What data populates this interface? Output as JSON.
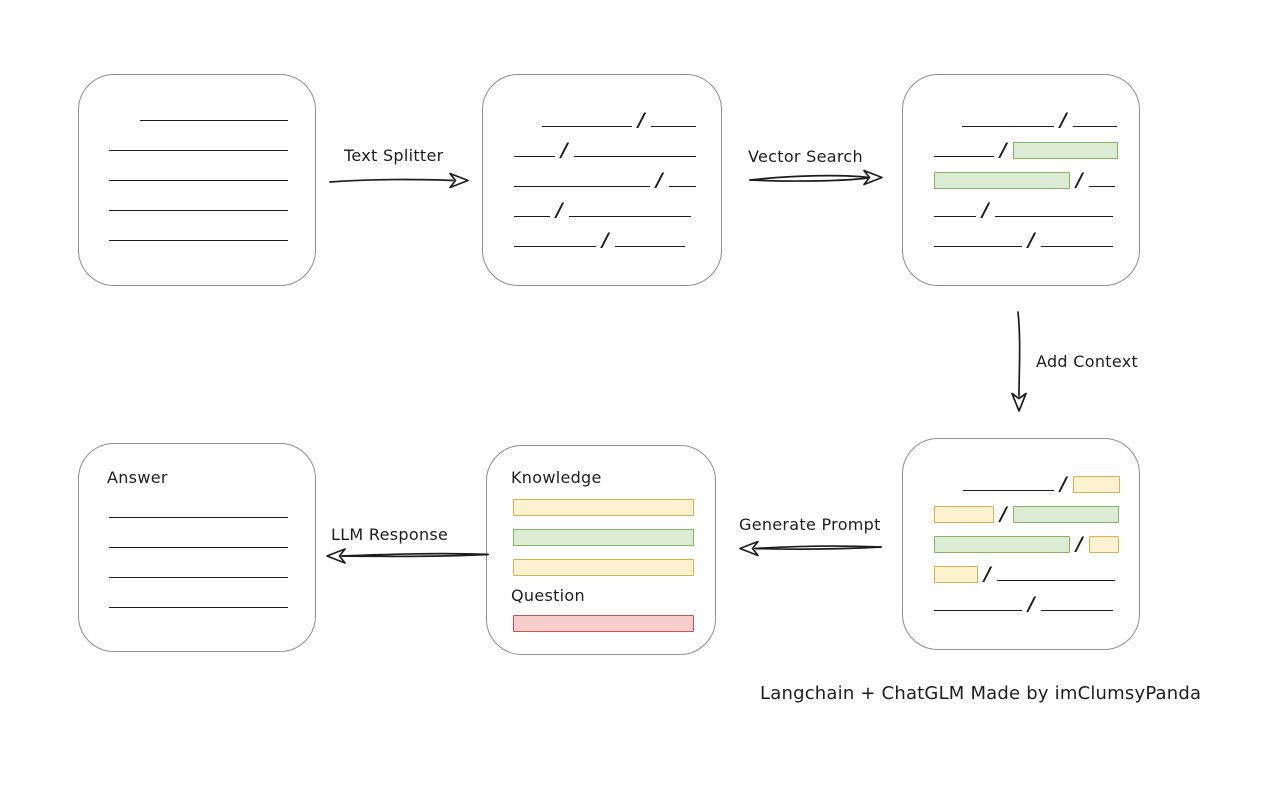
{
  "colors": {
    "canvas_bg": "#ffffff",
    "box_border": "#8f8f8f",
    "ink": "#1d1d1d",
    "green_fill": "#dcebd4",
    "green_stroke": "#84b45f",
    "yellow_fill": "#fcf2cf",
    "yellow_stroke": "#d8b24c",
    "red_fill": "#f7cecb",
    "red_stroke": "#c0574c"
  },
  "labels": {
    "text_splitter": "Text Splitter",
    "vector_search": "Vector Search",
    "add_context": "Add Context",
    "generate_prompt": "Generate Prompt",
    "llm_response": "LLM Response"
  },
  "caption": "Langchain + ChatGLM Made by imClumsyPanda",
  "boxes": {
    "document": {
      "rows": [
        [
          {
            "t": "indent",
            "w": 31
          },
          {
            "t": "line",
            "w": 148
          }
        ],
        [
          {
            "t": "line",
            "w": 179
          }
        ],
        [
          {
            "t": "line",
            "w": 179
          }
        ],
        [
          {
            "t": "line",
            "w": 179
          }
        ],
        [
          {
            "t": "line",
            "w": 179
          }
        ]
      ]
    },
    "chunks": {
      "rows": [
        [
          {
            "t": "indent",
            "w": 28
          },
          {
            "t": "line",
            "w": 90
          },
          {
            "t": "slash"
          },
          {
            "t": "line",
            "w": 45
          }
        ],
        [
          {
            "t": "line",
            "w": 41
          },
          {
            "t": "slash"
          },
          {
            "t": "line",
            "w": 122
          }
        ],
        [
          {
            "t": "line",
            "w": 136
          },
          {
            "t": "slash"
          },
          {
            "t": "line",
            "w": 27
          }
        ],
        [
          {
            "t": "line",
            "w": 36
          },
          {
            "t": "slash"
          },
          {
            "t": "line",
            "w": 122
          }
        ],
        [
          {
            "t": "line",
            "w": 82
          },
          {
            "t": "slash"
          },
          {
            "t": "line",
            "w": 70
          }
        ]
      ]
    },
    "chunks_matched": {
      "rows": [
        [
          {
            "t": "indent",
            "w": 28
          },
          {
            "t": "line",
            "w": 92
          },
          {
            "t": "slash"
          },
          {
            "t": "line",
            "w": 44
          }
        ],
        [
          {
            "t": "line",
            "w": 60
          },
          {
            "t": "slash"
          },
          {
            "t": "green",
            "w": 103
          }
        ],
        [
          {
            "t": "green",
            "w": 134
          },
          {
            "t": "slash"
          },
          {
            "t": "line",
            "w": 26
          }
        ],
        [
          {
            "t": "line",
            "w": 42
          },
          {
            "t": "slash"
          },
          {
            "t": "line",
            "w": 118
          }
        ],
        [
          {
            "t": "line",
            "w": 88
          },
          {
            "t": "slash"
          },
          {
            "t": "line",
            "w": 72
          }
        ]
      ]
    },
    "context": {
      "rows": [
        [
          {
            "t": "indent",
            "w": 29
          },
          {
            "t": "line",
            "w": 91
          },
          {
            "t": "slash"
          },
          {
            "t": "yellow",
            "w": 45
          }
        ],
        [
          {
            "t": "yellow",
            "w": 58
          },
          {
            "t": "slash"
          },
          {
            "t": "green",
            "w": 104
          }
        ],
        [
          {
            "t": "green",
            "w": 134
          },
          {
            "t": "slash"
          },
          {
            "t": "yellow",
            "w": 28
          }
        ],
        [
          {
            "t": "yellow",
            "w": 42
          },
          {
            "t": "slash"
          },
          {
            "t": "line",
            "w": 118
          }
        ],
        [
          {
            "t": "line",
            "w": 88
          },
          {
            "t": "slash"
          },
          {
            "t": "line",
            "w": 72
          }
        ]
      ]
    },
    "prompt": {
      "knowledge_label": "Knowledge",
      "question_label": "Question",
      "knowledge_rows": [
        [
          {
            "t": "yellow",
            "w": 179
          }
        ],
        [
          {
            "t": "green",
            "w": 179
          }
        ],
        [
          {
            "t": "yellow",
            "w": 179
          }
        ]
      ],
      "question_rows": [
        [
          {
            "t": "red",
            "w": 179
          }
        ]
      ]
    },
    "answer": {
      "title": "Answer",
      "rows": [
        [
          {
            "t": "line",
            "w": 179
          }
        ],
        [
          {
            "t": "line",
            "w": 179
          }
        ],
        [
          {
            "t": "line",
            "w": 179
          }
        ],
        [
          {
            "t": "line",
            "w": 179
          }
        ]
      ]
    }
  }
}
